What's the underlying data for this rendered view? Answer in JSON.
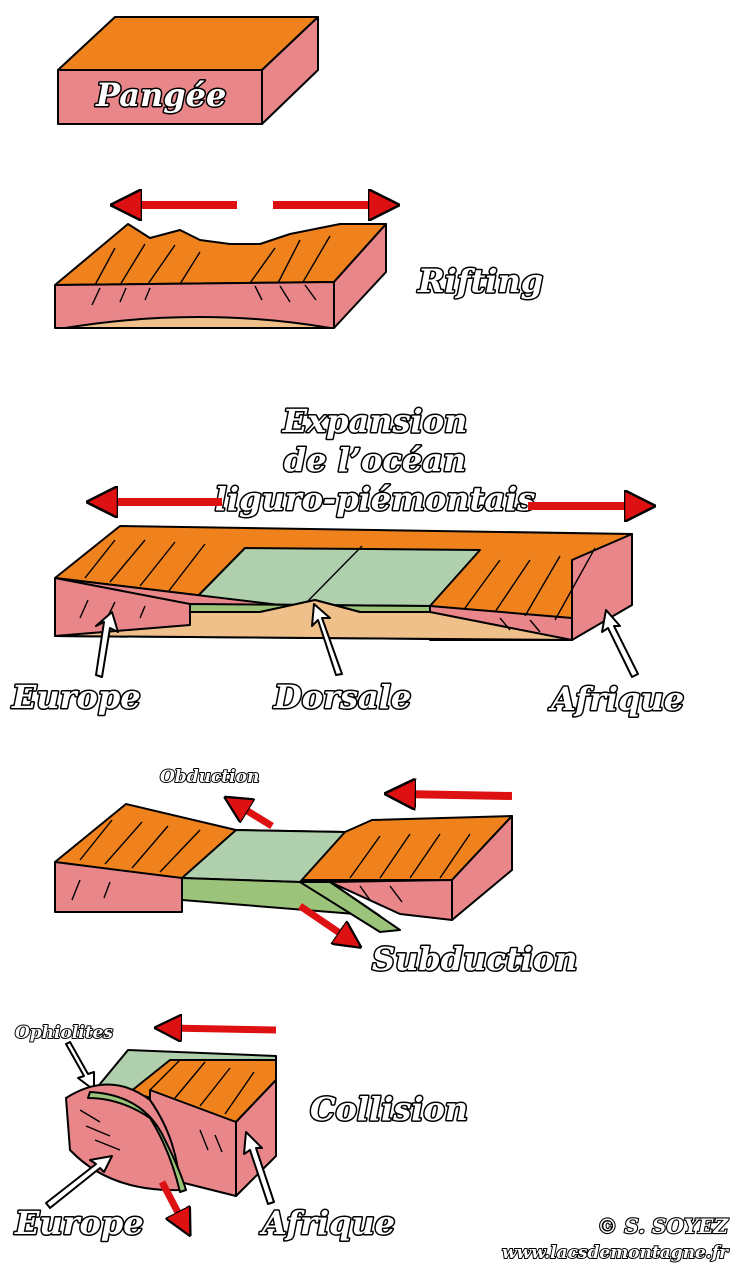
{
  "colors": {
    "continental_top": "#f0821e",
    "continental_side": "#e8868a",
    "mantle": "#f0c08a",
    "oceanic": "#b0d0ad",
    "oceanic_edge": "#9cc37a",
    "arrow_red": "#dd1111",
    "arrow_white": "#ffffff"
  },
  "stages": {
    "pangee": {
      "label": "Pangée"
    },
    "rifting": {
      "label": "Rifting"
    },
    "expansion": {
      "title_lines": [
        "Expansion",
        "de l’océan",
        "liguro-piémontais"
      ],
      "labels": {
        "left": "Europe",
        "center": "Dorsale",
        "right": "Afrique"
      }
    },
    "subduction": {
      "label_top": "Obduction",
      "label_bottom": "Subduction"
    },
    "collision": {
      "label": "Collision",
      "label_ophiolites": "Ophiolites",
      "labels": {
        "left": "Europe",
        "right": "Afrique"
      }
    }
  },
  "credits": {
    "author": "© S. SOYEZ",
    "website": "www.lacsdemontagne.fr"
  }
}
